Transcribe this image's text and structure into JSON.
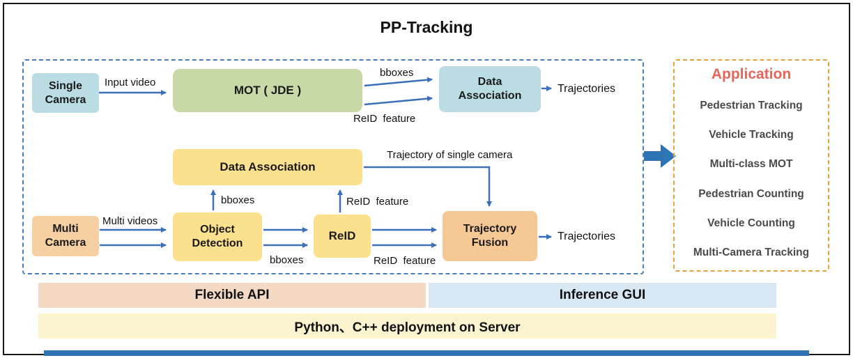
{
  "title": "PP-Tracking",
  "diagram": {
    "boxes": {
      "single_camera": "Single\nCamera",
      "mot": "MOT ( JDE )",
      "data_association_top": "Data\nAssociation",
      "data_association_mid": "Data Association",
      "multi_camera": "Multi\nCamera",
      "object_detection": "Object\nDetection",
      "reid": "ReID",
      "trajectory_fusion": "Trajectory\nFusion"
    },
    "labels": {
      "input_video": "Input video",
      "bboxes_top": "bboxes",
      "reid_feature_top": "ReID  feature",
      "trajectories_top": "Trajectories",
      "trajectory_of_single_camera": "Trajectory of single camera",
      "multi_videos": "Multi videos",
      "bboxes_up": "bboxes",
      "reid_feature_up": "ReID  feature",
      "bboxes_mid": "bboxes",
      "reid_feature_mid": "ReID  feature",
      "trajectories_bottom": "Trajectories"
    }
  },
  "application": {
    "title": "Application",
    "items": [
      "Pedestrian Tracking",
      "Vehicle Tracking",
      "Multi-class MOT",
      "Pedestrian Counting",
      "Vehicle Counting",
      "Multi-Camera Tracking"
    ]
  },
  "footer": {
    "flexible_api": "Flexible API",
    "inference_gui": "Inference GUI",
    "deployment": "Python、C++ deployment on Server"
  },
  "colors": {
    "arrow": "#3b6fba",
    "big_arrow": "#2f74b5",
    "main_border": "#4a7dbd",
    "app_border": "#e5a23c",
    "app_title": "#e8645a",
    "box_blue": "#b9dde2",
    "box_green": "#c6d9a6",
    "box_yellow": "#fbe08d",
    "box_orange": "#f6cfa3",
    "box_fusion": "#f5c894",
    "bar_api": "#f4d9c4",
    "bar_gui": "#d9e7f3",
    "bar_deploy": "#fcf3cf",
    "bottom_line": "#2f74b5"
  }
}
